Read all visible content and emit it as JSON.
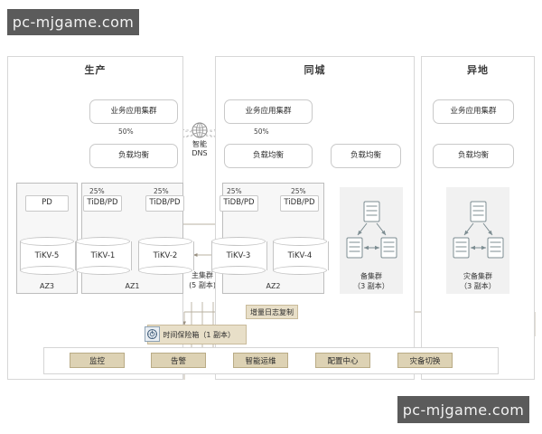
{
  "watermark": {
    "text": "pc-mjgame.com"
  },
  "diagram": {
    "title_hidden": "",
    "zones": [
      {
        "id": "prod",
        "title": "生产"
      },
      {
        "id": "city",
        "title": "同城"
      },
      {
        "id": "remote",
        "title": "异地"
      }
    ],
    "dns": {
      "label_line1": "智能",
      "label_line2": "DNS",
      "icon": "globe-icon"
    },
    "prod": {
      "app_cluster": "业务应用集群",
      "load_balancer": "负载均衡",
      "split_percent": "50%",
      "az3": {
        "name": "AZ3",
        "pd": "PD",
        "tikv": "TiKV-5"
      },
      "az1": {
        "name": "AZ1",
        "tidb_pd_left": "TiDB/PD",
        "tidb_pd_right": "TiDB/PD",
        "pct_left": "25%",
        "pct_right": "25%",
        "tikv_left": "TiKV-1",
        "tikv_right": "TiKV-2"
      }
    },
    "city": {
      "app_cluster": "业务应用集群",
      "load_balancer_main": "负载均衡",
      "load_balancer_backup": "负载均衡",
      "split_percent": "50%",
      "az2": {
        "name": "AZ2",
        "tidb_pd_left": "TiDB/PD",
        "tidb_pd_right": "TiDB/PD",
        "pct_left": "25%",
        "pct_right": "25%",
        "tikv_left": "TiKV-3",
        "tikv_right": "TiKV-4"
      },
      "backup_cluster": {
        "line1": "备集群",
        "line2": "（3 副本）"
      }
    },
    "remote": {
      "app_cluster": "业务应用集群",
      "load_balancer": "负载均衡",
      "dr_cluster": {
        "line1": "灾备集群",
        "line2": "（3 副本）"
      }
    },
    "main_cluster": {
      "line1": "主集群",
      "line2": "(5 副本)"
    },
    "log_replication": "增量日志复制",
    "time_safe": {
      "label": "时间保险箱（1 副本）",
      "icon": "clock-safe-icon"
    },
    "ops_buttons": [
      {
        "id": "monitor",
        "label": "监控"
      },
      {
        "id": "alert",
        "label": "告警"
      },
      {
        "id": "aiops",
        "label": "智能运维"
      },
      {
        "id": "config",
        "label": "配置中心"
      },
      {
        "id": "failover",
        "label": "灾备切换"
      }
    ]
  },
  "colors": {
    "ribbon_bg": "#e8dfc8",
    "button_bg": "#ddd2b4",
    "panel_bg": "#f1f1f1",
    "az_bg": "#f7f7f7",
    "line": "#b9b0a0",
    "watermark_bg": "#5b5b5b"
  }
}
